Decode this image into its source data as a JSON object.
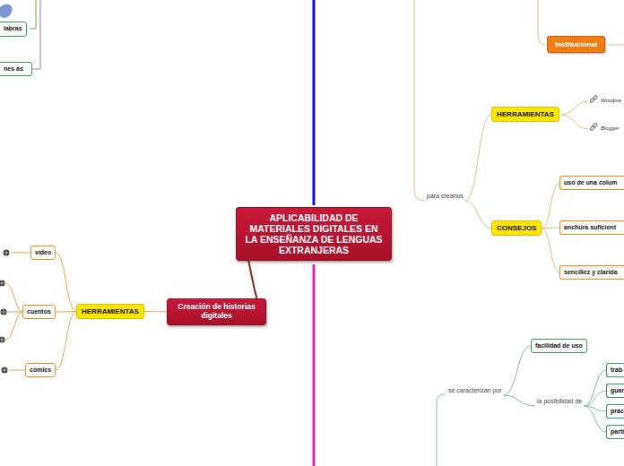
{
  "diagram": {
    "nodes": [
      {
        "text": [
          "APLICABILIDAD DE MATERIALES DIGITALES EN LA ENSEÑANZA DE LENGUAS EXTRANJERAS"
        ]
      },
      {
        "text": [
          "Creación de historias digitales"
        ]
      },
      {
        "text": [
          "HERRAMIENTAS"
        ]
      },
      {
        "text": [
          "vídeo"
        ]
      },
      {
        "text": [
          "cuentos"
        ]
      },
      {
        "text": [
          "cómics"
        ]
      },
      {
        "text": [
          "labras"
        ]
      },
      {
        "text": [
          "nes as"
        ]
      },
      {
        "text": [
          "institucional"
        ]
      },
      {
        "text": [
          "para crearlos"
        ]
      },
      {
        "text": [
          "HERRAMIENTAS"
        ]
      },
      {
        "text": [
          "CONSEJOS"
        ]
      },
      {
        "text": [
          "uso de una colum"
        ]
      },
      {
        "text": [
          "anchura suficient"
        ]
      },
      {
        "text": [
          "sencillez y clarida"
        ]
      },
      {
        "text": [
          "se caracterizan por"
        ]
      },
      {
        "text": [
          "facilidad de uso"
        ]
      },
      {
        "text": [
          "la posibilidad de"
        ]
      },
      {
        "text": [
          "trab"
        ]
      },
      {
        "text": [
          "guar"
        ]
      },
      {
        "text": [
          "prác"
        ]
      },
      {
        "text": [
          "parti"
        ]
      }
    ],
    "edges": [
      {
        "from": 0,
        "to": 1,
        "arrow": "none"
      },
      {
        "from": 1,
        "to": 2,
        "arrow": "none"
      },
      {
        "from": 2,
        "to": 3,
        "arrow": "none"
      },
      {
        "from": 2,
        "to": 4,
        "arrow": "none"
      },
      {
        "from": 2,
        "to": 5,
        "arrow": "none"
      },
      {
        "from": 9,
        "to": 10,
        "arrow": "none"
      },
      {
        "from": 9,
        "to": 11,
        "arrow": "none"
      },
      {
        "from": 11,
        "to": 12,
        "arrow": "none"
      },
      {
        "from": 11,
        "to": 13,
        "arrow": "none"
      },
      {
        "from": 11,
        "to": 14,
        "arrow": "none"
      },
      {
        "from": 15,
        "to": 16,
        "arrow": "none"
      },
      {
        "from": 15,
        "to": 17,
        "arrow": "none"
      },
      {
        "from": 17,
        "to": 18,
        "arrow": "none"
      },
      {
        "from": 17,
        "to": 19,
        "arrow": "none"
      },
      {
        "from": 17,
        "to": 20,
        "arrow": "none"
      },
      {
        "from": 17,
        "to": 21,
        "arrow": "none"
      }
    ],
    "labels": [
      "Wordpre",
      "Blogger"
    ]
  }
}
